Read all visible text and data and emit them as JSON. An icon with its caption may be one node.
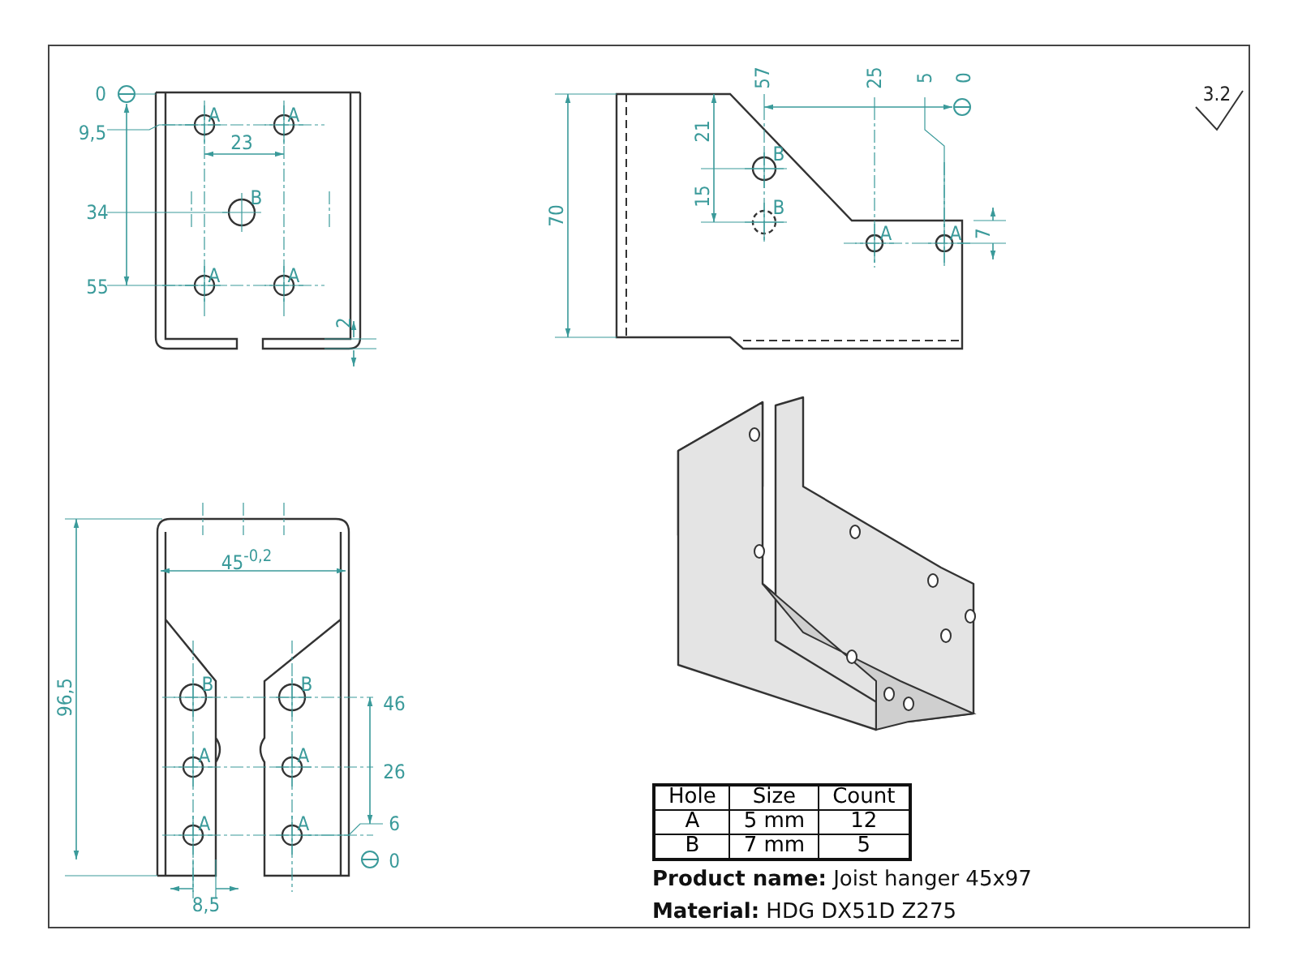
{
  "diagram": {
    "labels": [
      "0",
      "9,5",
      "A",
      "A",
      "23",
      "B",
      "34",
      "A",
      "A",
      "55",
      "2",
      "57",
      "25",
      "5",
      "0",
      "21",
      "B",
      "15",
      "B",
      "A",
      "A",
      "7",
      "70",
      "3.2",
      "45$^{-0,2}$",
      "96,5",
      "B",
      "B",
      "46",
      "A",
      "A",
      "26",
      "A",
      "A",
      "6",
      "0",
      "8,5",
      "Hole",
      "Size",
      "Count",
      "A",
      "5 mm",
      "12",
      "B",
      "7 mm",
      "5",
      "**Product name:** Joist hanger 45x97",
      "**Material:** HDG DX51D Z275"
    ]
  }
}
